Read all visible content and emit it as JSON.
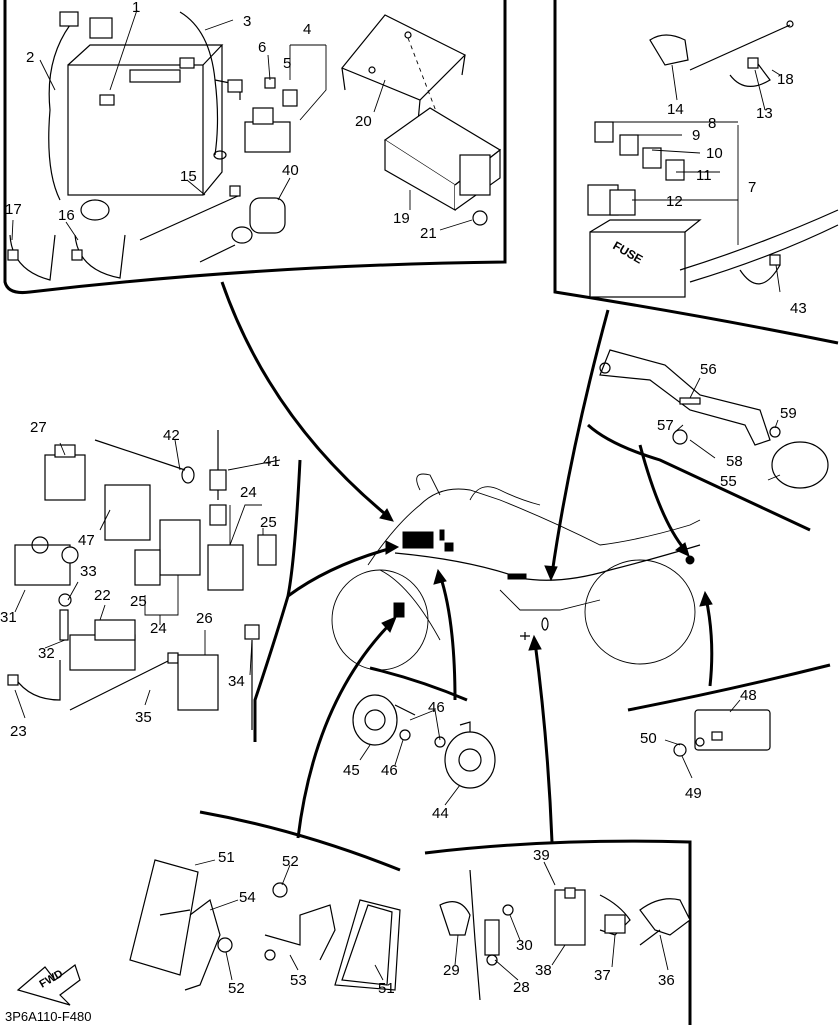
{
  "diagram": {
    "code": "3P6A110-F480",
    "fwd_label": "FWD",
    "fuse_label": "FUSE",
    "callouts": {
      "c1": "1",
      "c2": "2",
      "c3": "3",
      "c4": "4",
      "c5": "5",
      "c6": "6",
      "c7": "7",
      "c8": "8",
      "c9": "9",
      "c10": "10",
      "c11": "11",
      "c12": "12",
      "c13": "13",
      "c14": "14",
      "c15": "15",
      "c16": "16",
      "c17": "17",
      "c18": "18",
      "c19": "19",
      "c20": "20",
      "c21": "21",
      "c22": "22",
      "c23": "23",
      "c24": "24",
      "c25": "25",
      "c26": "26",
      "c27": "27",
      "c28": "28",
      "c29": "29",
      "c30": "30",
      "c31": "31",
      "c32": "32",
      "c33": "33",
      "c34": "34",
      "c35": "35",
      "c36": "36",
      "c37": "37",
      "c38": "38",
      "c39": "39",
      "c40": "40",
      "c41": "41",
      "c42": "42",
      "c43": "43",
      "c44": "44",
      "c45": "45",
      "c46": "46",
      "c47": "47",
      "c48": "48",
      "c49": "49",
      "c50": "50",
      "c51": "51",
      "c52": "52",
      "c53": "53",
      "c54": "54",
      "c55": "55",
      "c56": "56",
      "c57": "57",
      "c58": "58",
      "c59": "59"
    }
  }
}
